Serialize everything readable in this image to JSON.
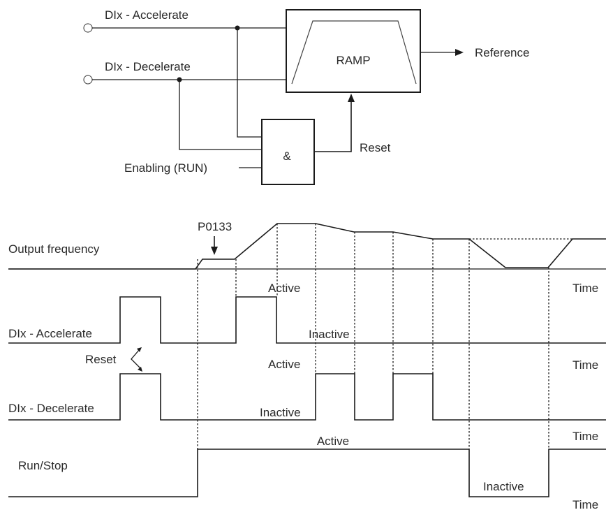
{
  "block_diagram": {
    "input_accelerate": "DIx - Accelerate",
    "input_decelerate": "DIx - Decelerate",
    "ramp_label": "RAMP",
    "output_label": "Reference",
    "and_label": "&",
    "reset_label": "Reset",
    "enable_label": "Enabling (RUN)"
  },
  "timing_diagram": {
    "output_frequency_label": "Output frequency",
    "p0133_label": "P0133",
    "accelerate_label": "DIx - Accelerate",
    "decelerate_label": "DIx - Decelerate",
    "run_stop_label": "Run/Stop",
    "reset_label": "Reset",
    "active_label": "Active",
    "inactive_label": "Inactive",
    "time_label": "Time"
  }
}
